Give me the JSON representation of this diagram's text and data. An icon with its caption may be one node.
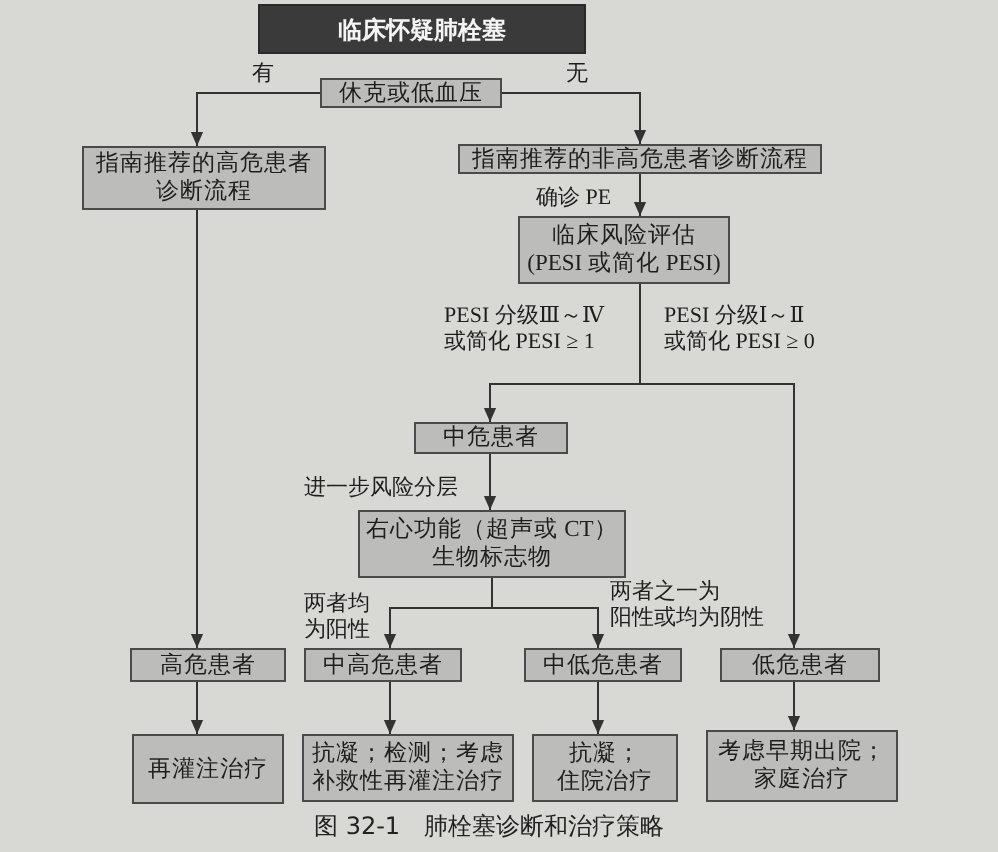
{
  "diagram": {
    "caption": "图 32-1　肺栓塞诊断和治疗策略",
    "nodes": [
      {
        "text": [
          "临床怀疑肺栓塞"
        ]
      },
      {
        "text": [
          "休克或低血压"
        ]
      },
      {
        "text": [
          "指南推荐的高危患者诊断流程"
        ]
      },
      {
        "text": [
          "指南推荐的非高危患者诊断流程"
        ]
      },
      {
        "text": [
          "临床风险评估",
          "(PESI 或简化 PESI)"
        ]
      },
      {
        "text": [
          "中危患者"
        ]
      },
      {
        "text": [
          "右心功能（超声或 CT）",
          "生物标志物"
        ]
      },
      {
        "text": [
          "高危患者"
        ]
      },
      {
        "text": [
          "中高危患者"
        ]
      },
      {
        "text": [
          "中低危患者"
        ]
      },
      {
        "text": [
          "低危患者"
        ]
      },
      {
        "text": [
          "再灌注治疗"
        ]
      },
      {
        "text": [
          "抗凝；检测；考虑补救性再灌注治疗"
        ]
      },
      {
        "text": [
          "抗凝；住院治疗"
        ]
      },
      {
        "text": [
          "考虑早期出院；家庭治疗"
        ]
      }
    ],
    "edges": [
      {
        "from": 1,
        "to": 2,
        "arrow": "to",
        "label": "有"
      },
      {
        "from": 1,
        "to": 3,
        "arrow": "to",
        "label": "无"
      },
      {
        "from": 3,
        "to": 4,
        "arrow": "to",
        "label": "确诊 PE"
      },
      {
        "from": 4,
        "to": 5,
        "arrow": "to",
        "label": "PESI 分级Ⅲ～Ⅳ 或简化 PESI ≥ 1"
      },
      {
        "from": 4,
        "to": 10,
        "arrow": "to",
        "label": "PESI 分级Ⅰ～Ⅱ 或简化 PESI ≥ 0"
      },
      {
        "from": 5,
        "to": 6,
        "arrow": "to",
        "label": "进一步风险分层"
      },
      {
        "from": 2,
        "to": 7,
        "arrow": "to"
      },
      {
        "from": 6,
        "to": 8,
        "arrow": "to",
        "label": "两者均为阳性"
      },
      {
        "from": 6,
        "to": 9,
        "arrow": "to",
        "label": "两者之一为阳性或均为阴性"
      },
      {
        "from": 7,
        "to": 11,
        "arrow": "to"
      },
      {
        "from": 8,
        "to": 12,
        "arrow": "to"
      },
      {
        "from": 9,
        "to": 13,
        "arrow": "to"
      },
      {
        "from": 10,
        "to": 14,
        "arrow": "to"
      }
    ]
  }
}
